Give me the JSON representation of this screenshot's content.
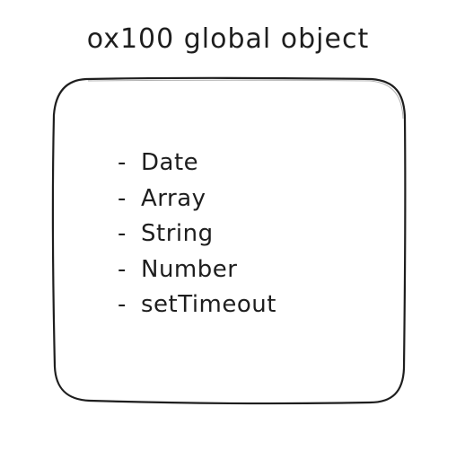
{
  "title": "ox100 global object",
  "items": [
    {
      "label": "Date"
    },
    {
      "label": "Array"
    },
    {
      "label": "String"
    },
    {
      "label": "Number"
    },
    {
      "label": "setTimeout"
    }
  ],
  "bullet": "-",
  "colors": {
    "stroke": "#1e1e1e",
    "background": "#ffffff"
  }
}
